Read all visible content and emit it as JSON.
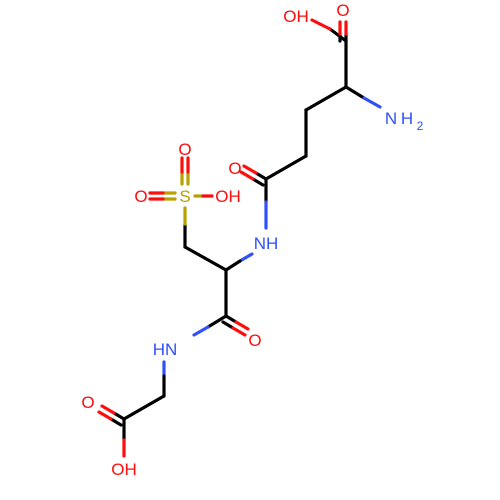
{
  "molecule": {
    "atoms": {
      "oh_top": "OH",
      "o_top": "O",
      "n_amino": "N",
      "h2_amino": "H",
      "h2_sub": "2",
      "o_amide1": "O",
      "nh_amide1": "NH",
      "s_sulfo": "S",
      "o_sulfo_top": "O",
      "o_sulfo_left": "O",
      "oh_sulfo": "OH",
      "o_amide2": "O",
      "hn_amide2": "HN",
      "o_gly": "O",
      "oh_gly": "OH"
    },
    "colors": {
      "carbon": "#000000",
      "oxygen": "#ff0d0d",
      "nitrogen": "#3050f8",
      "sulfur": "#b8a000"
    }
  }
}
